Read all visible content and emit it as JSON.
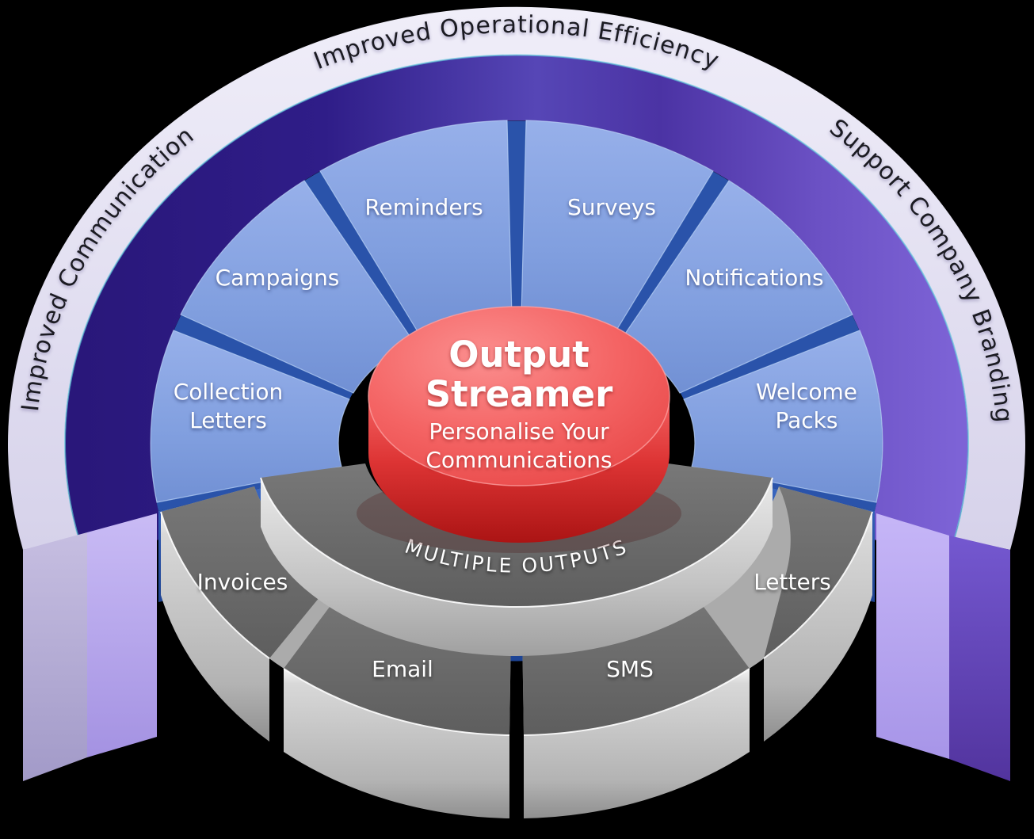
{
  "diagram_title": "Output Streamer",
  "ring": {
    "labels": [
      "Improved Communication",
      "Improved Operational Efficiency",
      "Support Company Branding"
    ]
  },
  "fan": {
    "segments": [
      {
        "lines": [
          "Collection",
          "Letters"
        ]
      },
      {
        "lines": [
          "Campaigns"
        ]
      },
      {
        "lines": [
          "Reminders"
        ]
      },
      {
        "lines": [
          "Surveys"
        ]
      },
      {
        "lines": [
          "Notifications"
        ]
      },
      {
        "lines": [
          "Welcome",
          "Packs"
        ]
      }
    ]
  },
  "center": {
    "title_lines": [
      "Output",
      "Streamer"
    ],
    "subtitle_lines": [
      "Personalise Your",
      "Communications"
    ]
  },
  "outputs": {
    "band_label": "MULTIPLE OUTPUTS",
    "segments": [
      {
        "label": "Invoices"
      },
      {
        "label": "Email"
      },
      {
        "label": "SMS"
      },
      {
        "label": "Letters"
      }
    ]
  },
  "colors": {
    "lavender_ring": "#e3e0f2",
    "indigo_ring_left": "#2b1a7d",
    "purple_ring_right": "#7b5fd0",
    "blue_segment_top": "#89a5e4",
    "blue_segment_side": "#2c58b0",
    "red_button": "#ee4343",
    "gray_segment_top": "#6d6d6d",
    "gray_segment_side": "#c6c6c6",
    "ring_text": "#1b1b22",
    "label_text": "#ffffff"
  }
}
